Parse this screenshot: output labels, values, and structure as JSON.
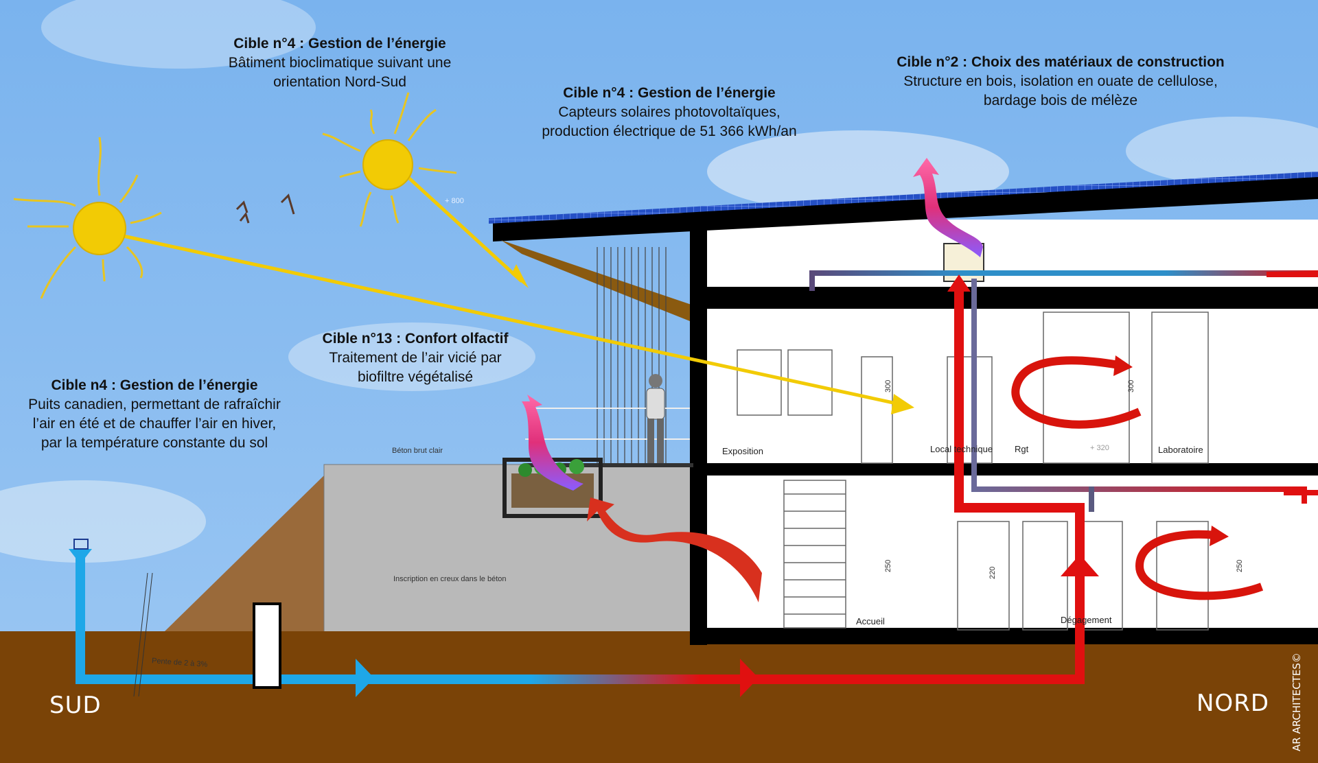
{
  "captions": {
    "bioclim": {
      "title": "Cible n°4 : Gestion de l’énergie",
      "line1": "Bâtiment bioclimatique suivant une",
      "line2": "orientation Nord-Sud"
    },
    "solar": {
      "title": "Cible n°4 : Gestion de l’énergie",
      "line1": "Capteurs solaires photovoltaïques,",
      "line2": "production électrique  de  51 366 kWh/an"
    },
    "materials": {
      "title": "Cible n°2 : Choix des matériaux de construction",
      "line1": "Structure en bois, isolation en ouate de cellulose,",
      "line2": "bardage bois de mélèze"
    },
    "olfactif": {
      "title": "Cible n°13 : Confort olfactif",
      "line1": "Traitement de l’air vicié par",
      "line2": "biofiltre végétalisé"
    },
    "puits": {
      "title": "Cible n4 : Gestion de l’énergie",
      "line1": "Puits canadien, permettant de rafraîchir",
      "line2": "l’air en été et de chauffer l’air en hiver,",
      "line3": "par la température constante du sol"
    }
  },
  "rooms": {
    "exposition": "Exposition",
    "local_technique": "Local technique",
    "rgt": "Rgt",
    "laboratoire": "Laboratoire",
    "accueil": "Accueil",
    "degagement": "Dégagement"
  },
  "annotations": {
    "beton": "Béton brut clair",
    "inscription": "Inscription en creux dans le béton",
    "pente": "Pente de 2 à 3%",
    "plus800": "+ 800",
    "plus320": "+ 320",
    "dim300a": "300",
    "dim300b": "300",
    "dim250a": "250",
    "dim220": "220",
    "dim250b": "250"
  },
  "orientation": {
    "south": "SUD",
    "north": "NORD"
  },
  "credit": "AR ARCHITECTES©",
  "colors": {
    "sky": "#7fb6ef",
    "ground": "#7a4307",
    "sun": "#f2cb05",
    "cold_air": "#1ea7e8",
    "warm_air": "#e01010",
    "roof_panel": "#1f47b8"
  }
}
